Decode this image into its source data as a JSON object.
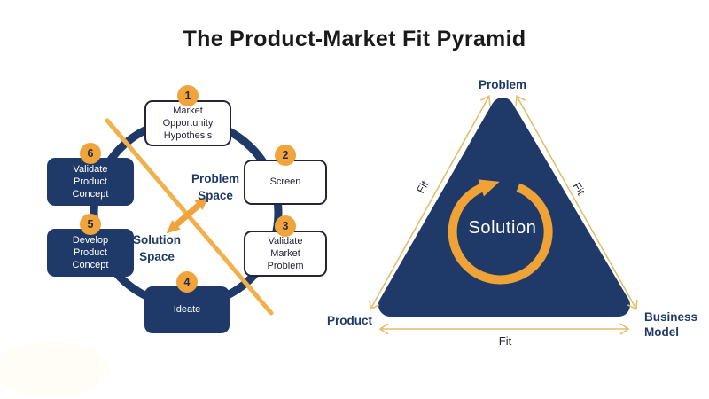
{
  "title": "The Product-Market Fit Pyramid",
  "colors": {
    "navy": "#1F3A68",
    "badge_orange": "#F0A43C",
    "divider_yellow": "#F0B14C",
    "thin_arrow_yellow": "#E3BE6C",
    "cycle_arrow_orange": "#EFA236",
    "ink": "#23233a"
  },
  "cycle": {
    "problem_space_label": "Problem\nSpace",
    "solution_space_label": "Solution\nSpace",
    "steps": [
      {
        "number": "1",
        "label": "Market\nOpportunity\nHypothesis",
        "space": "problem"
      },
      {
        "number": "2",
        "label": "Screen",
        "space": "problem"
      },
      {
        "number": "3",
        "label": "Validate\nMarket\nProblem",
        "space": "problem"
      },
      {
        "number": "4",
        "label": "Ideate",
        "space": "solution"
      },
      {
        "number": "5",
        "label": "Develop\nProduct\nConcept",
        "space": "solution"
      },
      {
        "number": "6",
        "label": "Validate\nProduct\nConcept",
        "space": "solution"
      }
    ]
  },
  "pyramid": {
    "top_label": "Problem",
    "center_label": "Solution",
    "bottom_left_label": "Product",
    "bottom_right_label": "Business\nModel",
    "fit_left": "Fit",
    "fit_right": "Fit",
    "fit_bottom": "Fit"
  }
}
